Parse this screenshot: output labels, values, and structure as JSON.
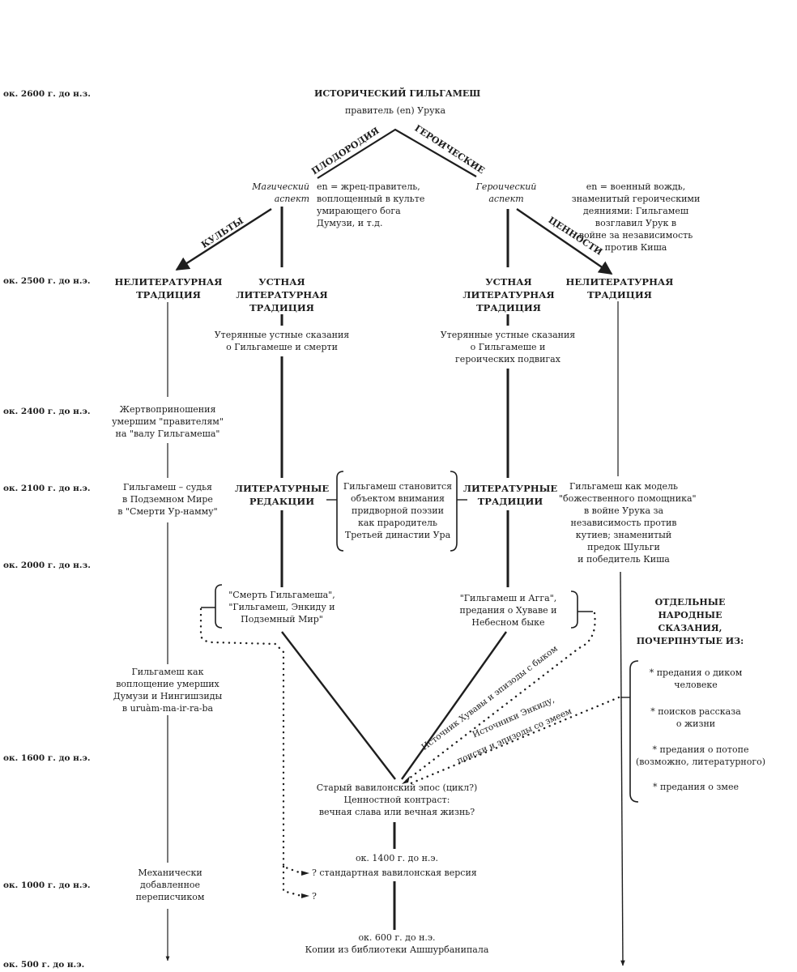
{
  "title": {
    "main": "ИСТОРИЧЕСКИЙ ГИЛЬГАМЕШ",
    "sub": "правитель (en) Урука"
  },
  "timeline": [
    "ок. 2600 г. до н.з.",
    "ок. 2500 г. до н.э.",
    "ок. 2400 г. до н.э.",
    "ок. 2100 г. до н.э.",
    "ок. 2000 г. до н.з.",
    "ок. 1600 г. до н.э.",
    "ок. 1000 г. до н.э.",
    "ок. 500 г. до н.э."
  ],
  "branch_labels": {
    "fertility": "ПЛОДОРОДИЯ",
    "heroic": "ГЕРОИЧЕСКИЕ",
    "cults": "КУЛЬТЫ",
    "values": "ЦЕННОСТИ"
  },
  "aspects": {
    "magic": "Магический\nаспект",
    "magic_desc": "en = жрец-правитель,\nвоплощенный в культе\nумирающего бога\nДумузи, и т.д.",
    "heroic": "Героический\nаспект",
    "heroic_desc": "en = военный вождь,\nзнаменитый героическими\nдеяниями: Гильгамеш\nвозглавил Урук в\nвойне за независимость\nпротив Киша"
  },
  "columns": {
    "nonlit_left": "НЕЛИТЕРАТУРНАЯ\nТРАДИЦИЯ",
    "oral_left": "УСТНАЯ\nЛИТЕРАТУРНАЯ\nТРАДИЦИЯ",
    "oral_right": "УСТНАЯ\nЛИТЕРАТУРНАЯ\nТРАДИЦИЯ",
    "nonlit_right": "НЕЛИТЕРАТУРНАЯ\nТРАДИЦИЯ"
  },
  "nodes": {
    "lost_death": "Утерянные устные сказания\nо Гильгамеше и смерти",
    "lost_heroic": "Утерянные устные сказания\nо Гильгамеше и\nгероических подвигах",
    "sacrifices": "Жертвоприношения\nумершим \"правителям\"\nна \"валу Гильгамеша\"",
    "judge": "Гильгамеш – судья\nв Подземном Мире\nв \"Смерти Ур-намму\"",
    "lit_redactions": "ЛИТЕРАТУРНЫЕ\nРЕДАКЦИИ",
    "court_poetry": "Гильгамеш становится\nобъектом внимания\nпридворной поэзии\nкак прародитель\nТретьей династии Ура",
    "lit_traditions": "ЛИТЕРАТУРНЫЕ\nТРАДИЦИИ",
    "divine_helper": "Гильгамеш как модель\n\"божественного помощника\"\nв войне Урука за\nнезависимость против\nкутиев; знаменитый\nпредок Шульги\nи победитель Киша",
    "death_of_gilgamesh": "\"Смерть Гильгамеша\",\n\"Гильгамеш, Энкиду и\nПодземный Мир\"",
    "agga": "\"Гильгамеш и Агга\",\nпредания о Хуваве и\nНебесном быке",
    "folk_tales": "ОТДЕЛЬНЫЕ\nНАРОДНЫЕ\nСКАЗАНИЯ,\nПОЧЕРПНУТЫЕ ИЗ:",
    "embodiment": "Гильгамеш как\nвоплощение умерших\nДумузи и Нингишзиды\nв uruàm-ma-ir-ra-ba",
    "old_babylonian": "Старый вавилонский эпос (цикл?)\nЦенностной контраст:\nвечная слава или вечная жизнь?",
    "standard_date": "ок. 1400 г. до н.э.",
    "standard_version": "? стандартная вавилонская версия",
    "unknown": "?",
    "scribe": "Механически\nдобавленное\nпереписчиком",
    "ashurbanipal_date": "ок. 600 г. до н.э.",
    "ashurbanipal": "Копии из библиотеки Ашшурбанипала"
  },
  "folk_sources": [
    "* предания о диком\nчеловеке",
    "* поисков рассказа\nо жизни",
    "* предания о потопе\n(возможно, литературного)",
    "* предания о змее"
  ],
  "dotted_labels": {
    "huwawa": "Источник Хувавы и эпизоды с быком",
    "enkidu_1": "Источники Энкиду,",
    "enkidu_2": "поиски и эпизоды со змеем"
  }
}
